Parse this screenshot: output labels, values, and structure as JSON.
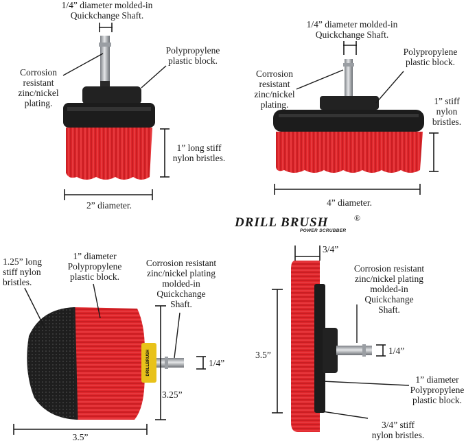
{
  "brush1": {
    "shaft_label": "1/4” diameter molded-in\nQuickchange Shaft.",
    "block_label": "Polypropylene\nplastic block.",
    "plating_label": "Corrosion\nresistant\nzinc/nickel\nplating.",
    "bristle_label": "1” long stiff\nnylon bristles.",
    "diameter_label": "2” diameter."
  },
  "brush2": {
    "shaft_label": "1/4” diameter molded-in\nQuickchange Shaft.",
    "block_label": "Polypropylene\nplastic block.",
    "plating_label": "Corrosion\nresistant\nzinc/nickel\nplating.",
    "bristle_label": "1” stiff\nnylon\nbristles.",
    "diameter_label": "4” diameter."
  },
  "logo": {
    "name": "DRILL BRUSH",
    "tagline": "POWER SCRUBBER",
    "mark": "®"
  },
  "brush3": {
    "bristle_label": "1.25” long\nstiff nylon\nbristles.",
    "block_label": "1” diameter\nPolypropylene\nplastic block.",
    "plating_label": "Corrosion resistant\nzinc/nickel plating\nmolded-in\nQuickchange\nShaft.",
    "shaft_dim": "1/4”",
    "height_dim": "3.25”",
    "width_dim": "3.5”",
    "collar_text": "DRILLBRUSH"
  },
  "brush4": {
    "top_dim": "3/4”",
    "plating_label": "Corrosion resistant\nzinc/nickel plating\nmolded-in\nQuickchange\nShaft.",
    "shaft_dim": "1/4”",
    "height_dim": "3.5”",
    "block_label": "1” diameter\nPolypropylene\nplastic block.",
    "bristle_label": "3/4” stiff\nnylon bristles."
  },
  "colors": {
    "bristle_red": "#e0262b",
    "bristle_dark": "#b0161c",
    "block_black": "#1c1c1c",
    "shaft_silver": "#b8bcc0",
    "collar_yellow": "#e8c21a"
  }
}
